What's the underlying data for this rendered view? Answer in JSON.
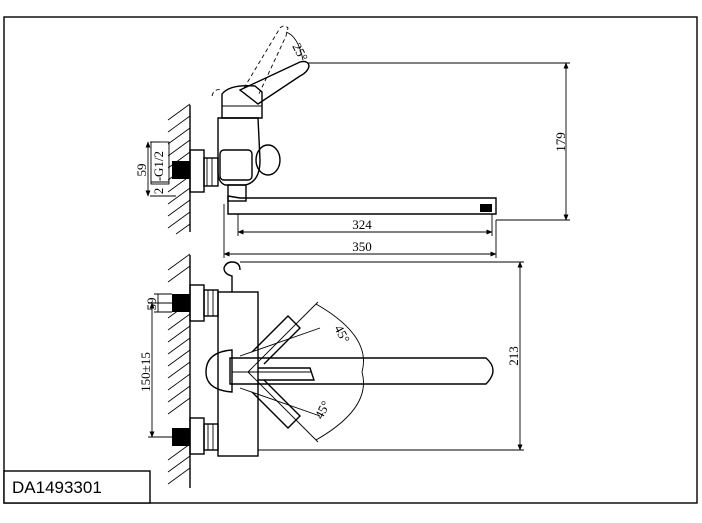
{
  "product_code": "DA1493301",
  "dimensions": {
    "lever_angle": "25°",
    "height": "179",
    "thread": "G1/2",
    "depth": "59",
    "wall_gap": "2",
    "spout_reach": "324",
    "total_reach": "350",
    "swivel_upper": "45°",
    "swivel_lower": "45°",
    "plan_width": "213",
    "plan_depth": "59",
    "inlet_spacing": "150±15"
  }
}
